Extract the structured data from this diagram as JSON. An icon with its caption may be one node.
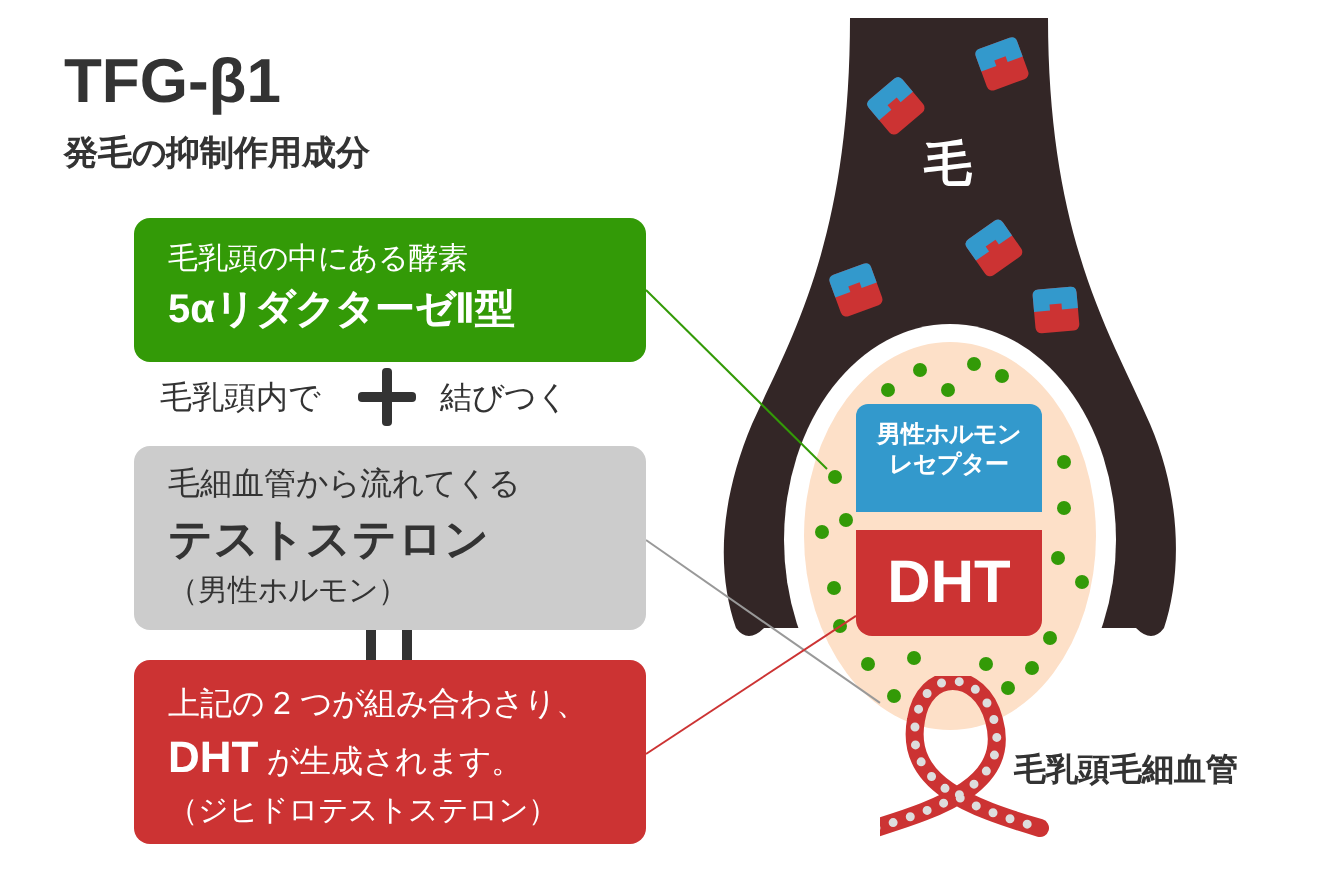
{
  "diagram": {
    "title": "TFG-β1",
    "nodes": [
      {
        "text": [
          "毛乳頭の中にある酵素",
          "5αリダクターゼⅡ型"
        ]
      },
      {
        "text": [
          "毛細血管から流れてくる",
          "テストステロン",
          "（男性ホルモン）"
        ]
      },
      {
        "text": [
          "上記の 2 つが組み合わさり、**DHT** が生成されます。",
          "（ジヒドロテストステロン）"
        ]
      },
      {
        "text": [
          "男性ホルモンレセプター"
        ]
      },
      {
        "text": [
          "DHT"
        ]
      },
      {
        "text": [],
        "shape": "circle"
      },
      {
        "text": [],
        "shape": "picture",
        "beside": [
          "毛乳頭毛細血管"
        ]
      }
    ],
    "edges": [
      {
        "from": 0,
        "to": 5,
        "arrow": "none",
        "color": "#339a07"
      },
      {
        "from": 1,
        "to": 6,
        "arrow": "none",
        "color": "#999999"
      },
      {
        "from": 2,
        "to": 4,
        "arrow": "none",
        "color": "#cc3333"
      }
    ],
    "labels": [
      "発毛の抑制作用成分",
      "毛乳頭内で",
      "結びつく",
      "毛"
    ]
  }
}
